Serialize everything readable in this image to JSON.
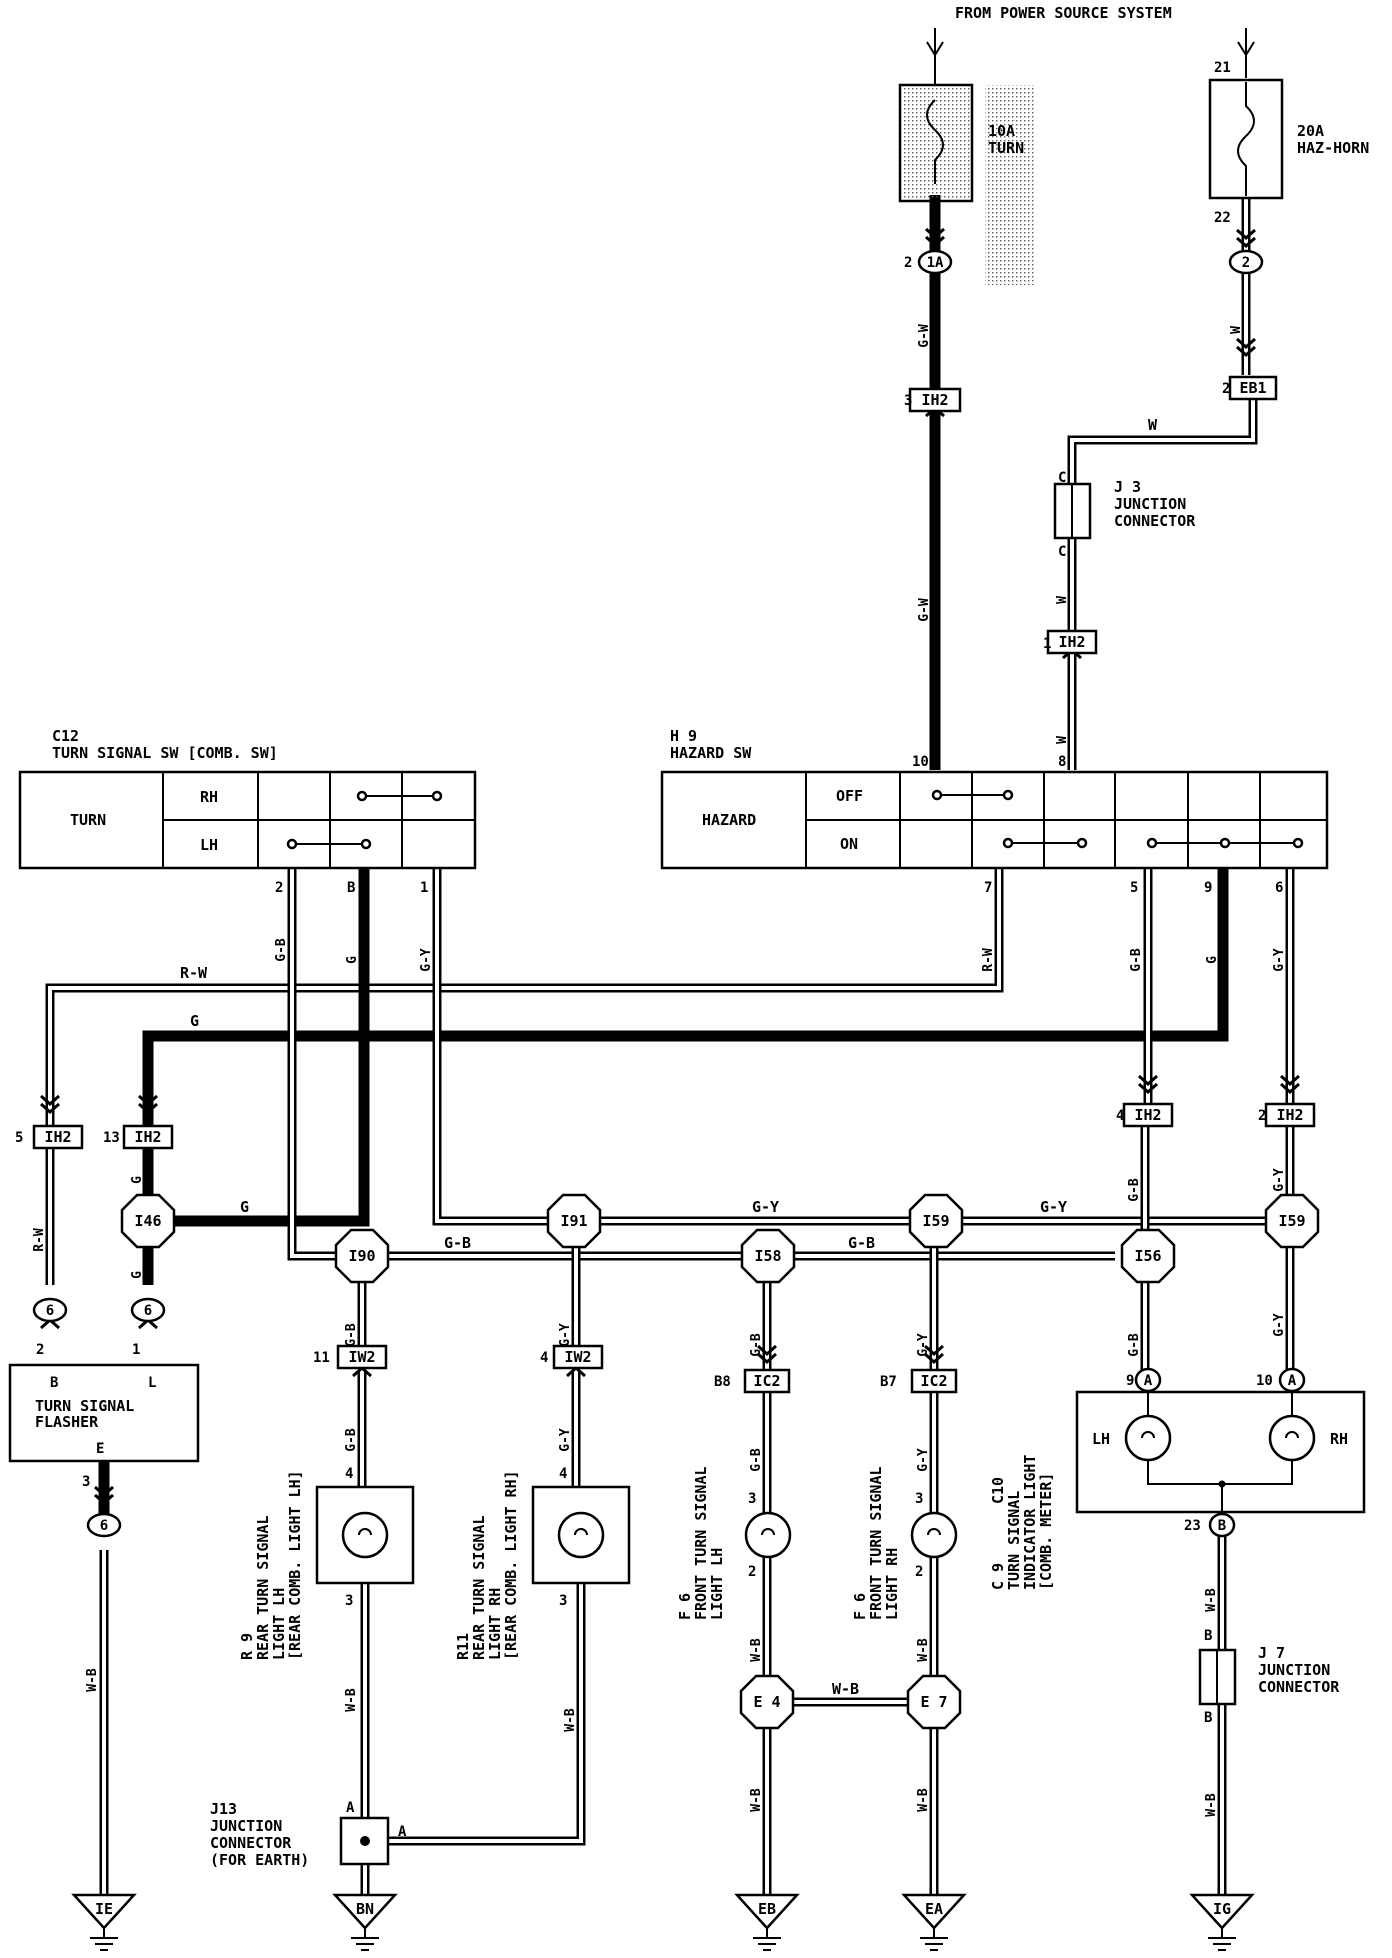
{
  "header": {
    "power_source": "FROM POWER SOURCE SYSTEM"
  },
  "fuses": [
    {
      "pin_out": "2",
      "rating": "10A",
      "name": "TURN"
    },
    {
      "pin_in": "21",
      "pin_out": "22",
      "rating": "20A",
      "name": "HAZ-HORN"
    }
  ],
  "connectors": {
    "c1a": "1A",
    "c2": "2",
    "ih2": "IH2",
    "ih2_alt": "IW2",
    "eb1": "EB1",
    "ic2": "IC2",
    "c6": "6",
    "a": "A",
    "b": "B"
  },
  "pins": {
    "p2": "2",
    "p3": "3",
    "p1": "1",
    "p10": "10",
    "p8": "8",
    "p7": "7",
    "p5": "5",
    "p9": "9",
    "p6": "6",
    "p4": "4",
    "p13": "13",
    "p11": "11",
    "pB8": "B8",
    "pB7": "B7",
    "p23": "23",
    "pB": "B",
    "pL": "L",
    "pE": "E",
    "pC": "C",
    "pA": "A"
  },
  "junctions": {
    "j3": {
      "id": "J 3",
      "line1": "JUNCTION",
      "line2": "CONNECTOR"
    },
    "j7": {
      "id": "J 7",
      "line1": "JUNCTION",
      "line2": "CONNECTOR"
    },
    "j13": {
      "id": "J13",
      "line1": "JUNCTION",
      "line2": "CONNECTOR",
      "line3": "(FOR EARTH)"
    }
  },
  "switches": {
    "c12": {
      "id": "C12",
      "title": "TURN SIGNAL SW [COMB. SW]",
      "label": "TURN",
      "rh": "RH",
      "lh": "LH"
    },
    "h9": {
      "id": "H 9",
      "title": "HAZARD SW",
      "label": "HAZARD",
      "off": "OFF",
      "on": "ON"
    }
  },
  "flasher": {
    "line1": "TURN SIGNAL",
    "line2": "FLASHER"
  },
  "nodes": {
    "i46": "I46",
    "i91": "I91",
    "i59": "I59",
    "i90": "I90",
    "i58": "I58",
    "i56": "I56",
    "e4": "E 4",
    "e7": "E 7"
  },
  "wires": {
    "gw": "G-W",
    "w": "W",
    "rw": "R-W",
    "g": "G",
    "gb": "G-B",
    "gy": "G-Y",
    "wb": "W-B"
  },
  "components": {
    "r9": {
      "id": "R 9",
      "l1": "REAR TURN SIGNAL",
      "l2": "LIGHT LH",
      "l3": "[REAR COMB. LIGHT LH]"
    },
    "r11": {
      "id": "R11",
      "l1": "REAR TURN SIGNAL",
      "l2": "LIGHT RH",
      "l3": "[REAR COMB. LIGHT RH]"
    },
    "f6l": {
      "id": "F 6",
      "l1": "FRONT TURN SIGNAL",
      "l2": "LIGHT LH"
    },
    "f6r": {
      "id": "F 6",
      "l1": "FRONT TURN SIGNAL",
      "l2": "LIGHT RH"
    },
    "meter": {
      "id": "C 9",
      "id2": "C10",
      "l1": "TURN SIGNAL",
      "l2": "INDICATOR LIGHT",
      "l3": "[COMB. METER]",
      "lh": "LH",
      "rh": "RH"
    }
  },
  "grounds": {
    "ie": "IE",
    "bn": "BN",
    "eb": "EB",
    "ea": "EA",
    "ig": "IG"
  }
}
